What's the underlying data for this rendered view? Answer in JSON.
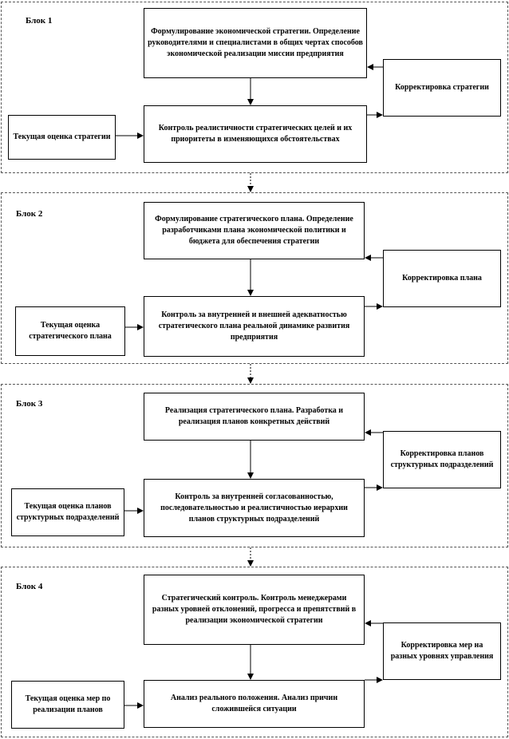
{
  "blocks": [
    {
      "label": "Блок 1",
      "main_top": "Формулирование экономической стратегии. Определение руководителями и специалистами в общих чертах способов экономической реализации миссии предприятия",
      "main_bottom": "Контроль реалистичности стратегических целей и их приоритеты в изменяющихся обстоятельствах",
      "left": "Текущая оценка стратегии",
      "right": "Корректировка стратегии"
    },
    {
      "label": "Блок 2",
      "main_top": "Формулирование стратегического плана. Определение разработчиками плана экономической политики и бюджета для обеспечения стратегии",
      "main_bottom": "Контроль за внутренней и внешней адекватностью стратегического плана реальной динамике развития предприятия",
      "left": "Текущая оценка стратегического плана",
      "right": "Корректировка плана"
    },
    {
      "label": "Блок 3",
      "main_top": "Реализация стратегического плана. Разработка и реализация планов конкретных действий",
      "main_bottom": "Контроль за внутренней согласованностью, последовательностью и реалистичностью иерархии планов структурных подразделений",
      "left": "Текущая оценка планов структурных подразделений",
      "right": "Корректировка планов структурных подразделений"
    },
    {
      "label": "Блок 4",
      "main_top": "Стратегический контроль. Контроль менеджерами разных уровней отклонений, прогресса и препятствий в реализации экономической стратегии",
      "main_bottom": "Анализ реального положения. Анализ причин сложившейся ситуации",
      "left": "Текущая оценка мер по реализации планов",
      "right": "Корректировка мер на разных уровнях управления"
    }
  ]
}
